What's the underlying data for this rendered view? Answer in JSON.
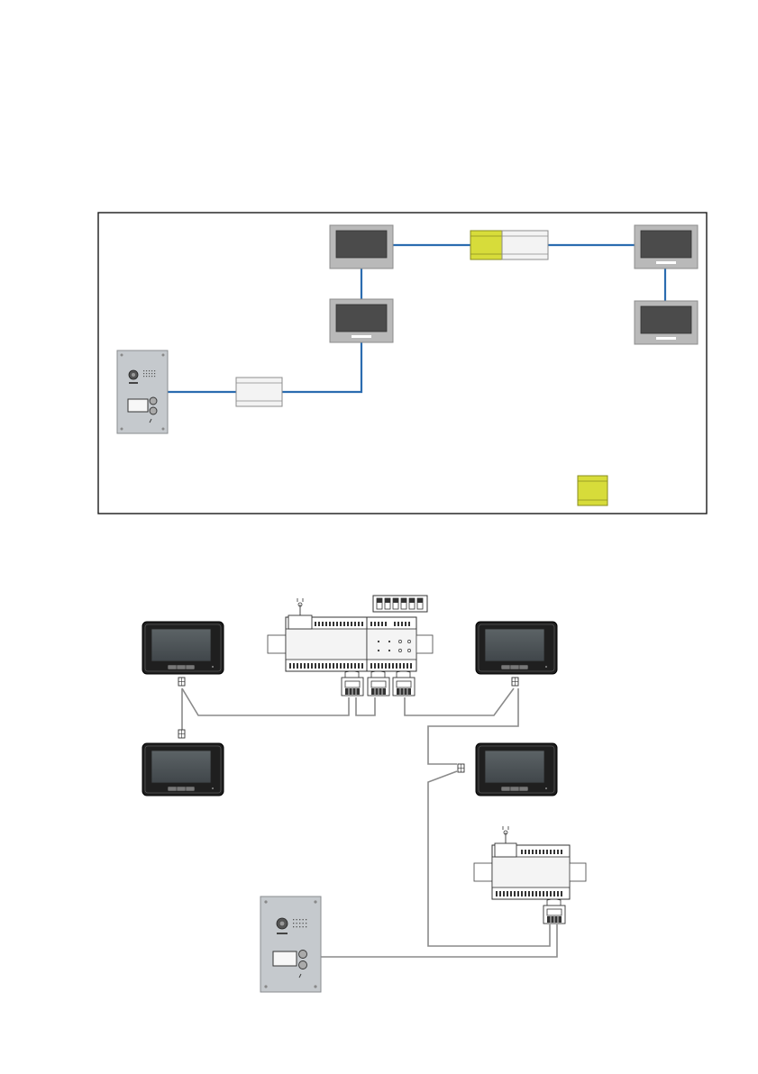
{
  "colors": {
    "page_bg": "#ffffff",
    "frame": "#1a1a1a",
    "wire_blue": "#2b6cb0",
    "wire_grey": "#8a8a8a",
    "monitor_body": "#b5b5b5",
    "monitor_screen": "#4a4a4a",
    "module_yellow": "#d7dc3a",
    "module_grey": "#f2f2f2",
    "door_panel": "#c9ccd0",
    "dark_monitor_body": "#1e1e1e",
    "dark_monitor_screen": "#545a5d"
  },
  "schematic": {
    "monitors": [
      "monitor-a",
      "monitor-b",
      "monitor-c",
      "monitor-d"
    ],
    "modules": [
      "power-supply",
      "distributor-yellow",
      "distributor-grey",
      "spare-module"
    ],
    "door_station": "door-station"
  },
  "wiring": {
    "monitors": [
      "indoor-monitor-1",
      "indoor-monitor-2",
      "indoor-monitor-3",
      "indoor-monitor-4"
    ],
    "din_units": [
      "din-power-supply",
      "din-distributor",
      "din-power-supply-2"
    ],
    "door_station": "outdoor-station",
    "dip_switch_positions": 6
  }
}
